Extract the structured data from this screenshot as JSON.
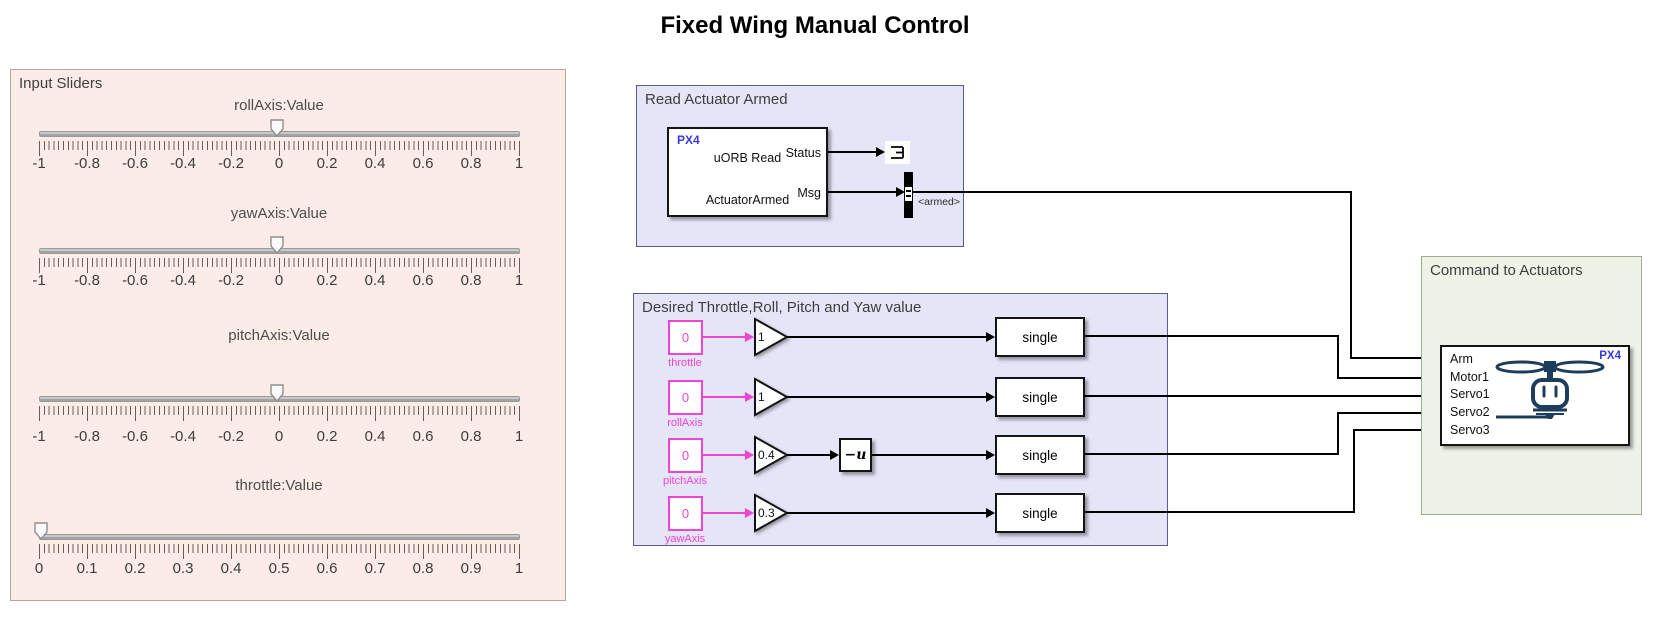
{
  "title": "Fixed Wing Manual Control",
  "colors": {
    "magenta": "#f044d3",
    "px4blue": "#3a3ad6",
    "pinkbg": "#fcece8",
    "lavenderbg": "#e5e5f8",
    "greenbg": "#eef3e8"
  },
  "input_sliders": {
    "title": "Input Sliders",
    "sliders": [
      {
        "label": "rollAxis:Value",
        "value": "0",
        "ticks": [
          "-1",
          "-0.8",
          "-0.6",
          "-0.4",
          "-0.2",
          "0",
          "0.2",
          "0.4",
          "0.6",
          "0.8",
          "1"
        ]
      },
      {
        "label": "yawAxis:Value",
        "value": "0",
        "ticks": [
          "-1",
          "-0.8",
          "-0.6",
          "-0.4",
          "-0.2",
          "0",
          "0.2",
          "0.4",
          "0.6",
          "0.8",
          "1"
        ]
      },
      {
        "label": "pitchAxis:Value",
        "value": "0",
        "ticks": [
          "-1",
          "-0.8",
          "-0.6",
          "-0.4",
          "-0.2",
          "0",
          "0.2",
          "0.4",
          "0.6",
          "0.8",
          "1"
        ]
      },
      {
        "label": "throttle:Value",
        "value": "0",
        "ticks": [
          "0",
          "0.1",
          "0.2",
          "0.3",
          "0.4",
          "0.5",
          "0.6",
          "0.7",
          "0.8",
          "0.9",
          "1"
        ]
      }
    ]
  },
  "read_actuator_armed": {
    "title": "Read Actuator Armed",
    "block": {
      "brand": "PX4",
      "name": "uORB Read",
      "topic": "ActuatorArmed",
      "port_status": "Status",
      "port_msg": "Msg"
    },
    "bus_tag": "<armed>"
  },
  "desired": {
    "title": "Desired Throttle,Roll, Pitch and Yaw value",
    "rows": [
      {
        "constant": "0",
        "label": "throttle",
        "gain": "1",
        "convert": "single"
      },
      {
        "constant": "0",
        "label": "rollAxis",
        "gain": "1",
        "convert": "single"
      },
      {
        "constant": "0",
        "label": "pitchAxis",
        "gain": "0.4",
        "negate": "−u",
        "convert": "single"
      },
      {
        "constant": "0",
        "label": "yawAxis",
        "gain": "0.3",
        "convert": "single"
      }
    ]
  },
  "command": {
    "title": "Command to Actuators",
    "block": {
      "brand": "PX4",
      "ports": [
        "Arm",
        "Motor1",
        "Servo1",
        "Servo2",
        "Servo3"
      ]
    }
  }
}
